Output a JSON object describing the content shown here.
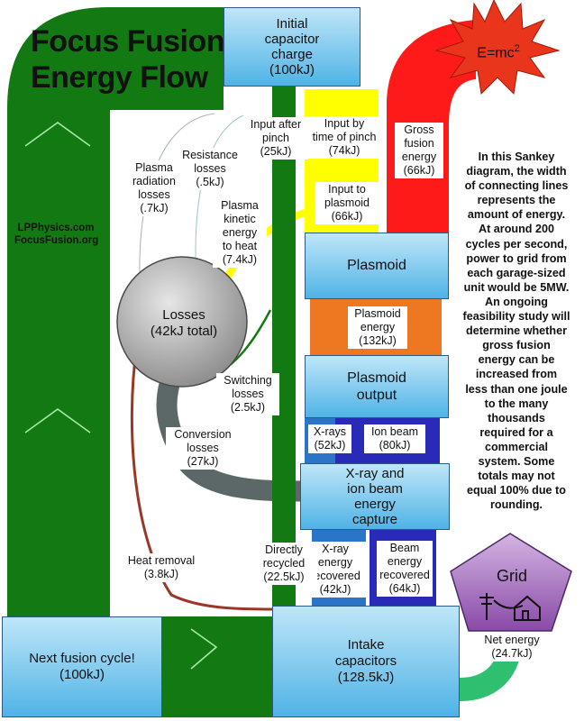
{
  "title": {
    "line1": "Focus Fusion",
    "line2": "Energy Flow"
  },
  "websites": {
    "line1": "LPPhysics.com",
    "line2": "FocusFusion.org"
  },
  "nodes": {
    "initial_charge": {
      "line1": "Initial",
      "line2": "capacitor",
      "line3": "charge",
      "line4": "(100kJ)"
    },
    "plasmoid": {
      "line1": "Plasmoid"
    },
    "plasmoid_output": {
      "line1": "Plasmoid",
      "line2": "output"
    },
    "capture": {
      "line1": "X-ray and",
      "line2": "ion beam",
      "line3": "energy",
      "line4": "capture"
    },
    "intake": {
      "line1": "Intake",
      "line2": "capacitors",
      "line3": "(128.5kJ)"
    },
    "next_cycle": {
      "line1": "Next fusion cycle!",
      "line2": "(100kJ)"
    },
    "losses": {
      "line1": "Losses",
      "line2": "(42kJ total)"
    },
    "grid": {
      "line1": "Grid"
    },
    "emc": {
      "text": "E=mc",
      "sup": "2"
    }
  },
  "flows": {
    "after_pinch": {
      "l1": "Input after",
      "l2": "pinch",
      "l3": "(25kJ)"
    },
    "by_pinch": {
      "l1": "Input by",
      "l2": "time of pinch",
      "l3": "(74kJ)"
    },
    "to_plasmoid": {
      "l1": "Input to",
      "l2": "plasmoid",
      "l3": "(66kJ)"
    },
    "gross": {
      "l1": "Gross",
      "l2": "fusion",
      "l3": "energy",
      "l4": "(66kJ)"
    },
    "plasmoid_energy": {
      "l1": "Plasmoid",
      "l2": "energy",
      "l3": "(132kJ)"
    },
    "xrays": {
      "l1": "X-rays",
      "l2": "(52kJ)"
    },
    "ion_beam": {
      "l1": "Ion beam",
      "l2": "(80kJ)"
    },
    "xray_recovered": {
      "l1": "X-ray",
      "l2": "energy",
      "l3": "recovered",
      "l4": "(42kJ)"
    },
    "beam_recovered": {
      "l1": "Beam",
      "l2": "energy",
      "l3": "recovered",
      "l4": "(64kJ)"
    },
    "direct": {
      "l1": "Directly",
      "l2": "recycled",
      "l3": "(22.5kJ)"
    },
    "net": {
      "l1": "Net energy",
      "l2": "(24.7kJ)"
    },
    "heat": {
      "l1": "Heat removal",
      "l2": "(3.8kJ)"
    },
    "conversion": {
      "l1": "Conversion",
      "l2": "losses",
      "l3": "(27kJ)"
    },
    "switching": {
      "l1": "Switching",
      "l2": "losses",
      "l3": "(2.5kJ)"
    },
    "kinetic": {
      "l1": "Plasma",
      "l2": "kinetic",
      "l3": "energy",
      "l4": "to heat",
      "l5": "(7.4kJ)"
    },
    "resistance": {
      "l1": "Resistance",
      "l2": "losses",
      "l3": "(.5kJ)"
    },
    "radiation": {
      "l1": "Plasma",
      "l2": "radiation",
      "l3": "losses",
      "l4": "(.7kJ)"
    }
  },
  "description": {
    "l1": "In this Sankey",
    "l2": "diagram, the width",
    "l3": "of connecting lines",
    "l4": "represents the",
    "l5": "amount of energy.",
    "l6": "At around 200",
    "l7": "cycles per second,",
    "l8": "power to grid from",
    "l9": "each garage-sized",
    "l10": "unit would be 5MW.",
    "l11": "An ongoing",
    "l12": "feasibility study will",
    "l13": "determine whether",
    "l14": "gross fusion",
    "l15": "energy can be",
    "l16": "increased from",
    "l17": "less than one joule",
    "l18": "to the many",
    "l19": "thousands",
    "l20": "required for a",
    "l21": "commercial",
    "l22": "system.  Some",
    "l23": "totals may not",
    "l24": "equal 100% due to",
    "l25": "rounding."
  },
  "colors": {
    "main_loop": "#137a13",
    "input": "#ffff00",
    "fusion": "#ff1a1a",
    "plasmoid": "#ee7722",
    "ion": "#2a2ab8",
    "xray": "#2a75c8",
    "conversion": "#5c6868",
    "heat": "#9a3828",
    "net": "#2ec070",
    "grid": "#7a3a99",
    "star": "#e8351c"
  },
  "icons": [
    "sine-wave-icon",
    "chevron-icon",
    "power-pole-icon",
    "house-icon",
    "star-icon"
  ]
}
